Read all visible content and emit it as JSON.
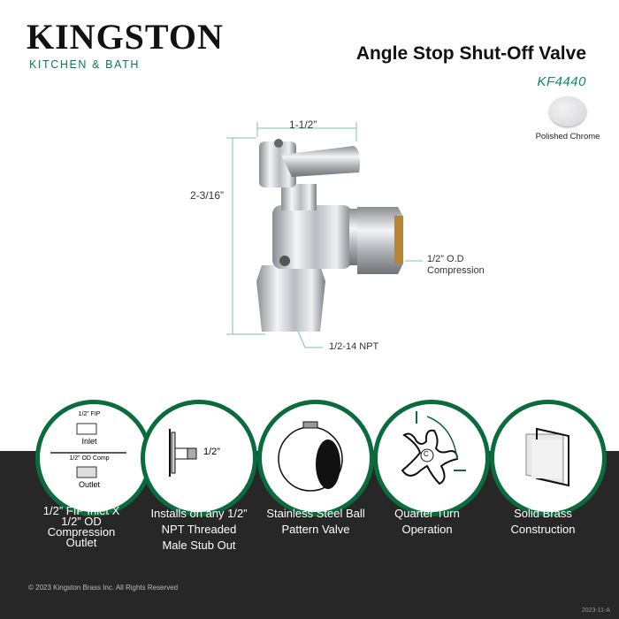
{
  "brand": {
    "name": "KINGSTON",
    "tagline": "KITCHEN & BATH"
  },
  "product": {
    "title": "Angle Stop Shut-Off Valve",
    "model": "KF4440",
    "finish": "Polished Chrome"
  },
  "colors": {
    "accent": "#0a6b3c",
    "model": "#0b8a66",
    "band": "#272727",
    "dim_line": "#7cc0b2"
  },
  "dimensions": {
    "width": "1-1/2”",
    "height": "2-3/16”",
    "outlet": "1/2” O.D Compression",
    "inlet": "1/2-14 NPT"
  },
  "features": [
    {
      "icon": "inlet-outlet-icon",
      "label": "1/2” FIP Inlet X 1/2” OD Compression Outlet",
      "icon_text": [
        "1/2” FIP",
        "Inlet",
        "1/2” OD Comp",
        "Outlet"
      ]
    },
    {
      "icon": "stub-out-icon",
      "label": "Installs on any 1/2” NPT Threaded Male Stub Out",
      "icon_text": "1/2”"
    },
    {
      "icon": "ball-valve-icon",
      "label": "Stainless Steel Ball Pattern Valve"
    },
    {
      "icon": "quarter-turn-icon",
      "label": "Quarter Turn Operation",
      "icon_text": "C"
    },
    {
      "icon": "brass-block-icon",
      "label": "Solid Brass Construction"
    }
  ],
  "footer": {
    "copyright": "© 2023 Kingston Brass Inc. All Rights Reserved",
    "code": "2023-11-A"
  }
}
